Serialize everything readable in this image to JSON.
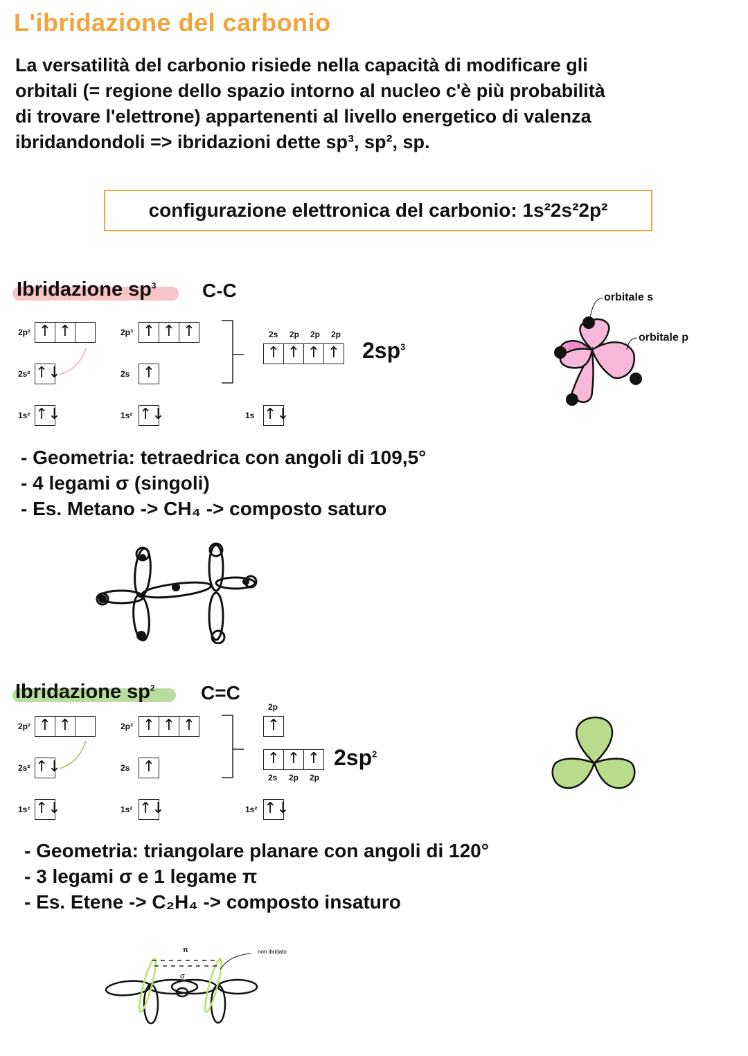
{
  "title": "L'ibridazione del carbonio",
  "intro": [
    "La versatilità del carbonio risiede nella capacità di modificare gli",
    "orbitali (= regione dello spazio intorno al nucleo c'è più probabilità",
    "di trovare l'elettrone) appartenenti al livello energetico di valenza",
    "ibridandondoli => ibridazioni dette sp³, sp², sp."
  ],
  "config": {
    "label": "configurazione elettronica del carbonio:",
    "formula": "1s²2s²2p²"
  },
  "sp3": {
    "heading": "Ibridazione sp",
    "heading_sup": "3",
    "bond": "C-C",
    "ground": [
      {
        "label": "2p²",
        "cells": [
          "↑",
          "↑",
          ""
        ]
      },
      {
        "label": "2s²",
        "cells": [
          "↑↓"
        ]
      },
      {
        "label": "1s²",
        "cells": [
          "↑↓"
        ]
      }
    ],
    "excited": [
      {
        "label": "2p³",
        "cells": [
          "↑",
          "↑",
          "↑"
        ]
      },
      {
        "label": "2s",
        "cells": [
          "↑"
        ]
      },
      {
        "label": "1s²",
        "cells": [
          "↑↓"
        ]
      }
    ],
    "hybrid_labels": [
      "2s",
      "2p",
      "2p",
      "2p"
    ],
    "hybrid_cells": [
      "↑",
      "↑",
      "↑",
      "↑"
    ],
    "core": {
      "label": "1s",
      "cells": [
        "↑↓"
      ]
    },
    "result": "2sp",
    "result_sup": "3",
    "orbital_labels": {
      "s": "orbitale s",
      "p": "orbitale p"
    },
    "bullets": [
      "- Geometria: tetraedrica con angoli di 109,5°",
      "- 4 legami σ (singoli)",
      "- Es. Metano -> CH₄ -> composto saturo"
    ],
    "colors": {
      "highlight": "#f6c3c6",
      "lobe": "#f7b8dc",
      "lobe_dark": "#ee8ec6"
    }
  },
  "sp2": {
    "heading": "Ibridazione sp",
    "heading_sup": "2",
    "bond": "C=C",
    "ground": [
      {
        "label": "2p²",
        "cells": [
          "↑",
          "↑",
          ""
        ]
      },
      {
        "label": "2s²",
        "cells": [
          "↑↓"
        ]
      },
      {
        "label": "1s²",
        "cells": [
          "↑↓"
        ]
      }
    ],
    "excited": [
      {
        "label": "2p³",
        "cells": [
          "↑",
          "↑",
          "↑"
        ]
      },
      {
        "label": "2s",
        "cells": [
          "↑"
        ]
      },
      {
        "label": "1s²",
        "cells": [
          "↑↓"
        ]
      }
    ],
    "unhybrid_label": "2p",
    "unhybrid_cells": [
      "↑"
    ],
    "hybrid_labels": [
      "2s",
      "2p",
      "2p"
    ],
    "hybrid_cells": [
      "↑",
      "↑",
      "↑"
    ],
    "core": {
      "label": "1s²",
      "cells": [
        "↑↓"
      ]
    },
    "result": "2sp",
    "result_sup": "2",
    "bullets": [
      "- Geometria: triangolare planare con angoli di 120°",
      "- 3 legami σ e 1 legame π",
      "- Es. Etene -> C₂H₄ -> composto insaturo"
    ],
    "diagram_labels": {
      "pi": "π",
      "sigma": "σ",
      "non_hybrid": "non ibridato"
    },
    "colors": {
      "highlight": "#b9dd9f",
      "lobe": "#b8db8c",
      "unhybrid": "#b5e36a"
    }
  }
}
